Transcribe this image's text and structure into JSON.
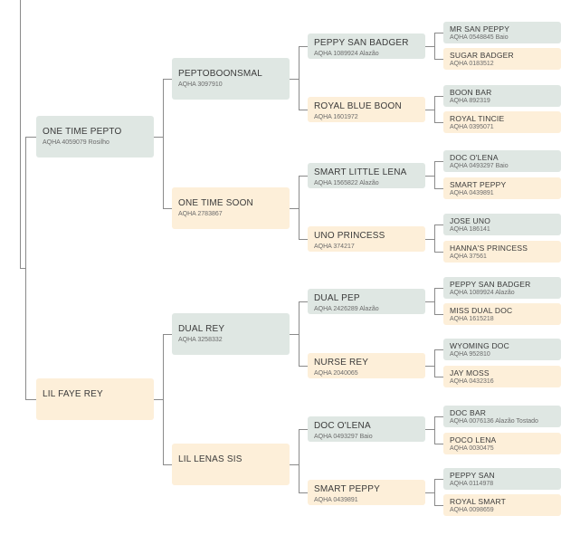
{
  "pedigree": {
    "sire": {
      "name": "ONE TIME PEPTO",
      "reg": "AQHA 4059079 Rosilho",
      "sire": {
        "name": "PEPTOBOONSMAL",
        "reg": "AQHA 3097910",
        "sire": {
          "name": "PEPPY SAN BADGER",
          "reg": "AQHA 1089924 Alazão",
          "sire": {
            "name": "MR SAN PEPPY",
            "reg": "AQHA 0548845 Baio"
          },
          "dam": {
            "name": "SUGAR BADGER",
            "reg": "AQHA 0183512"
          }
        },
        "dam": {
          "name": "ROYAL BLUE BOON",
          "reg": "AQHA 1601972",
          "sire": {
            "name": "BOON BAR",
            "reg": "AQHA 892319"
          },
          "dam": {
            "name": "ROYAL TINCIE",
            "reg": "AQHA 0395071"
          }
        }
      },
      "dam": {
        "name": "ONE TIME SOON",
        "reg": "AQHA 2783867",
        "sire": {
          "name": "SMART LITTLE LENA",
          "reg": "AQHA 1565822 Alazão",
          "sire": {
            "name": "DOC O'LENA",
            "reg": "AQHA 0493297 Baio"
          },
          "dam": {
            "name": "SMART PEPPY",
            "reg": "AQHA 0439891"
          }
        },
        "dam": {
          "name": "UNO PRINCESS",
          "reg": "AQHA 374217",
          "sire": {
            "name": "JOSE UNO",
            "reg": "AQHA 186141"
          },
          "dam": {
            "name": "HANNA'S PRINCESS",
            "reg": "AQHA 37561"
          }
        }
      }
    },
    "dam": {
      "name": "LIL FAYE REY",
      "reg": "",
      "sire": {
        "name": "DUAL REY",
        "reg": "AQHA 3258332",
        "sire": {
          "name": "DUAL PEP",
          "reg": "AQHA 2426289 Alazão",
          "sire": {
            "name": "PEPPY SAN BADGER",
            "reg": "AQHA 1089924 Alazão"
          },
          "dam": {
            "name": "MISS DUAL DOC",
            "reg": "AQHA 1615218"
          }
        },
        "dam": {
          "name": "NURSE REY",
          "reg": "AQHA 2040065",
          "sire": {
            "name": "WYOMING DOC",
            "reg": "AQHA 952810"
          },
          "dam": {
            "name": "JAY MOSS",
            "reg": "AQHA 0432316"
          }
        }
      },
      "dam": {
        "name": "LIL LENAS SIS",
        "reg": "",
        "sire": {
          "name": "DOC O'LENA",
          "reg": "AQHA 0493297 Baio",
          "sire": {
            "name": "DOC BAR",
            "reg": "AQHA 0076136 Alazão Tostado"
          },
          "dam": {
            "name": "POCO LENA",
            "reg": "AQHA 0030475"
          }
        },
        "dam": {
          "name": "SMART PEPPY",
          "reg": "AQHA 0439891",
          "sire": {
            "name": "PEPPY SAN",
            "reg": "AQHA 0114978"
          },
          "dam": {
            "name": "ROYAL SMART",
            "reg": "AQHA 0098659"
          }
        }
      }
    }
  },
  "colors": {
    "sire_box": "#dfe7e3",
    "dam_box": "#fdefd9",
    "connector": "#8a8a8a"
  }
}
